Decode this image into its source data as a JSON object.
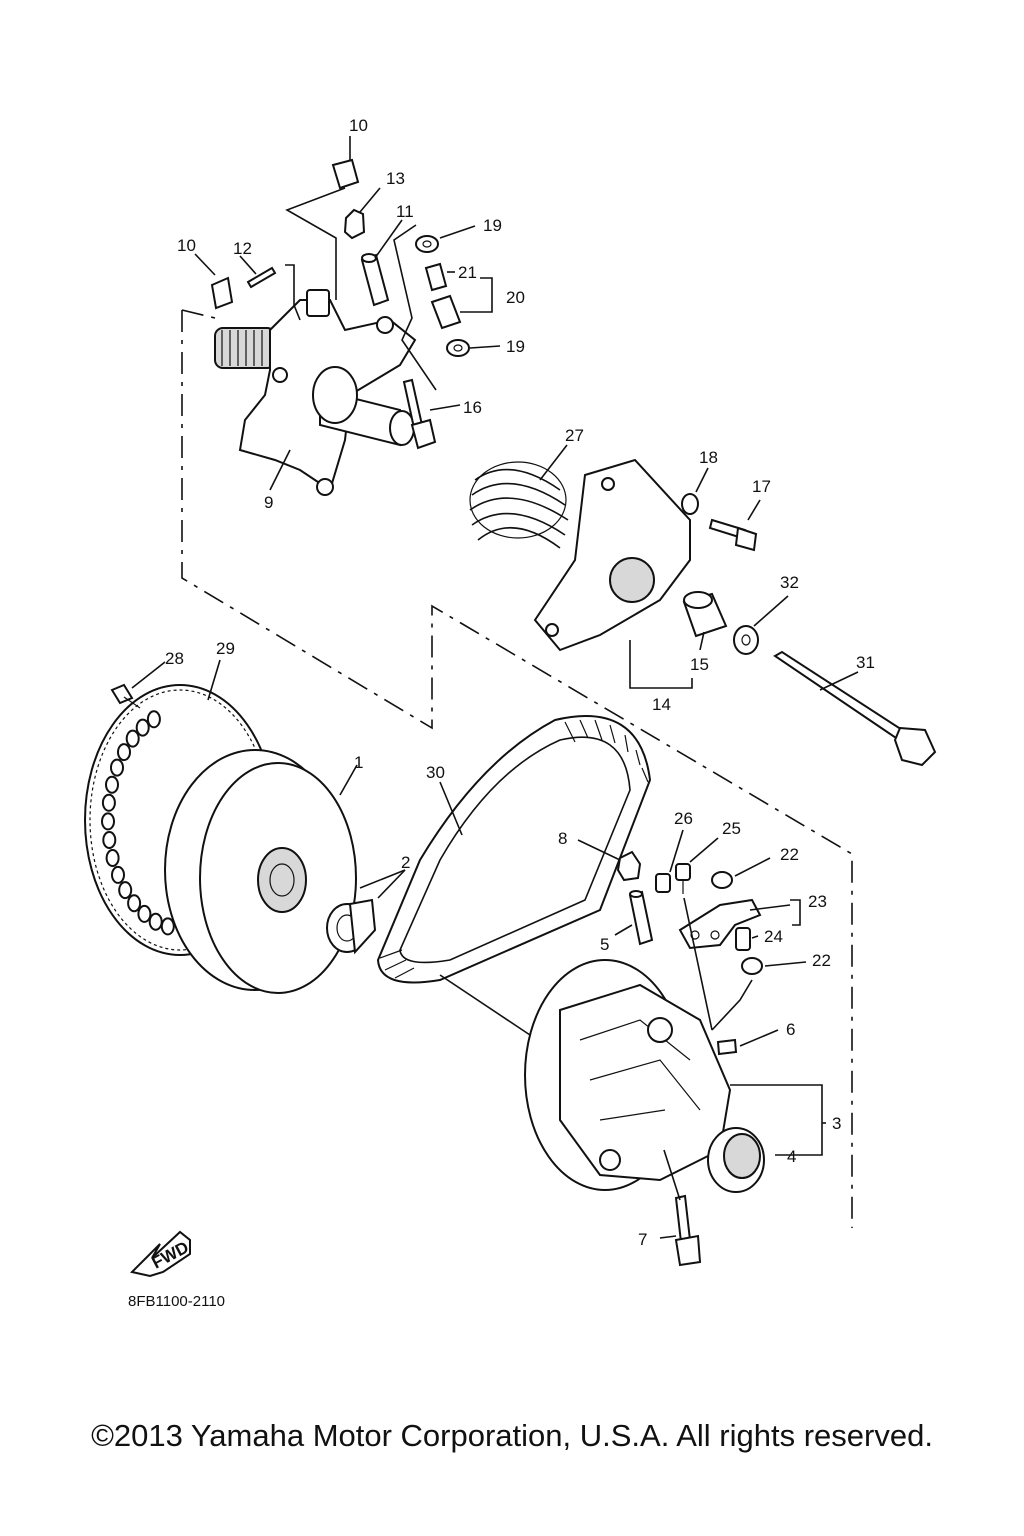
{
  "drawing_code": "8FB1100-2110",
  "fwd_label": "FWD",
  "copyright": "©2013 Yamaha Motor Corporation, U.S.A. All rights reserved.",
  "callouts": [
    "1",
    "2",
    "3",
    "4",
    "5",
    "6",
    "7",
    "8",
    "9",
    "10",
    "10",
    "11",
    "12",
    "13",
    "14",
    "15",
    "16",
    "17",
    "18",
    "19",
    "19",
    "20",
    "21",
    "22",
    "22",
    "23",
    "24",
    "25",
    "26",
    "27",
    "28",
    "29",
    "30",
    "31",
    "32"
  ]
}
